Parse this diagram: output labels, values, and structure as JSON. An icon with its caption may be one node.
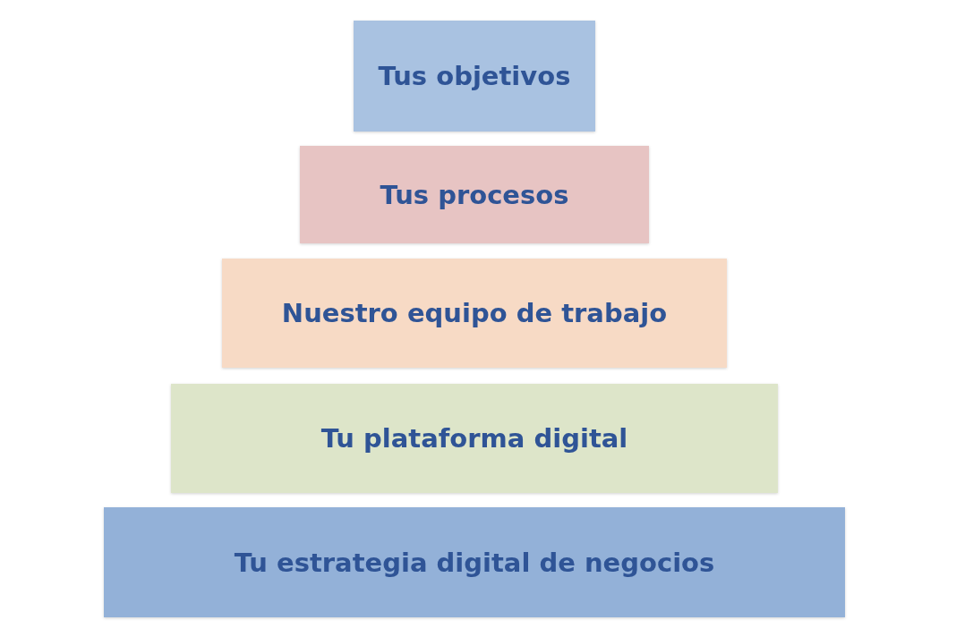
{
  "diagram": {
    "nodes": [
      {
        "text": [
          "Tus objetivos"
        ]
      },
      {
        "text": [
          "Tus procesos"
        ]
      },
      {
        "text": [
          "Nuestro equipo de trabajo"
        ]
      },
      {
        "text": [
          "Tu plataforma digital"
        ]
      },
      {
        "text": [
          "Tu estrategia digital de negocios"
        ]
      }
    ]
  }
}
